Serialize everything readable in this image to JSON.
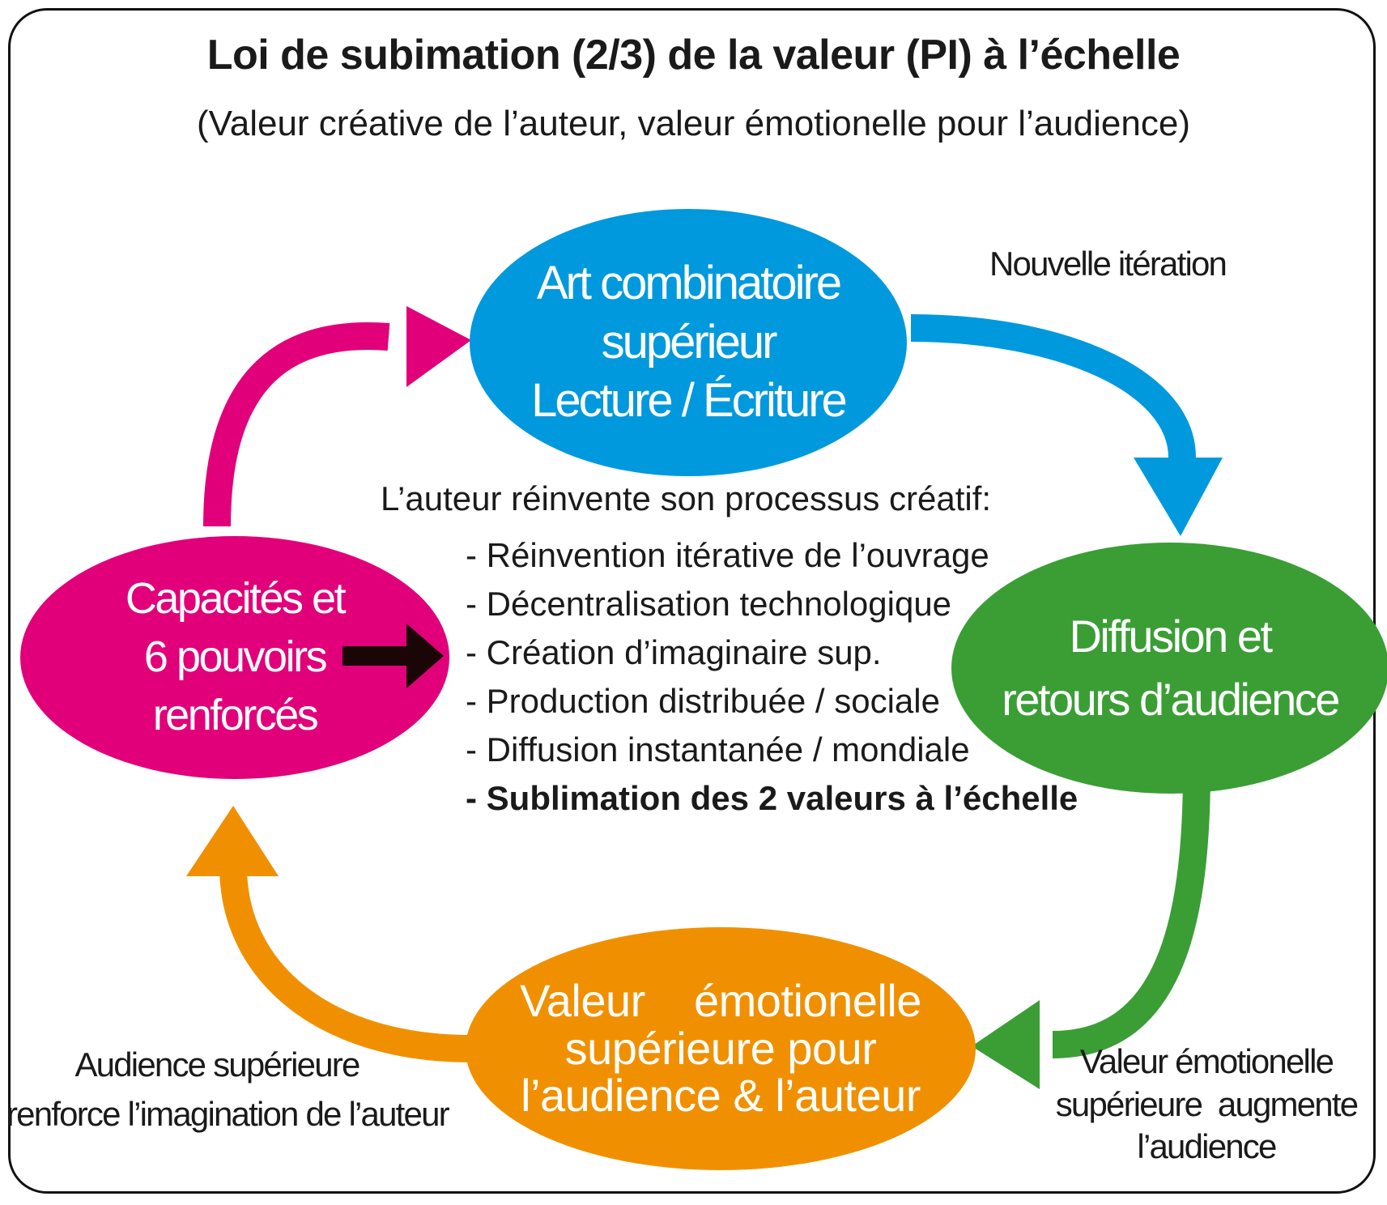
{
  "title": "Loi de subimation (2/3) de la valeur (PI) à l’échelle",
  "subtitle": "(Valeur créative de l’auteur, valeur émotionelle pour l’audience)",
  "colors": {
    "blue": "#0099dd",
    "green": "#3a9e35",
    "magenta": "#e1007a",
    "orange": "#f09000",
    "dark_arrow": "#1a0606"
  },
  "nodes": {
    "art": {
      "lines": [
        "Art combinatoire",
        "supérieur",
        "Lecture / Écriture"
      ]
    },
    "diffusion": {
      "lines": [
        "Diffusion et",
        "retours d’audience"
      ]
    },
    "capacites": {
      "lines": [
        "Capacités et",
        "6 pouvoirs",
        "renforcés"
      ]
    },
    "valeur": {
      "lines": [
        "Valeur    émotionelle",
        "supérieure pour",
        "l’audience & l’auteur"
      ]
    }
  },
  "labels": {
    "iteration": "Nouvelle itération",
    "audience": [
      "Audience supérieure",
      "renforce l’imagination de l’auteur"
    ],
    "valeur": [
      "Valeur émotionelle",
      "supérieure  augmente",
      "l’audience"
    ]
  },
  "process": {
    "heading": "L’auteur réinvente son processus créatif:",
    "items": [
      "- Réinvention itérative de l’ouvrage",
      "- Décentralisation technologique",
      "- Création d’imaginaire sup.",
      "- Production distribuée / sociale",
      "- Diffusion instantanée / mondiale",
      "- Sublimation des 2 valeurs à l’échelle"
    ]
  }
}
